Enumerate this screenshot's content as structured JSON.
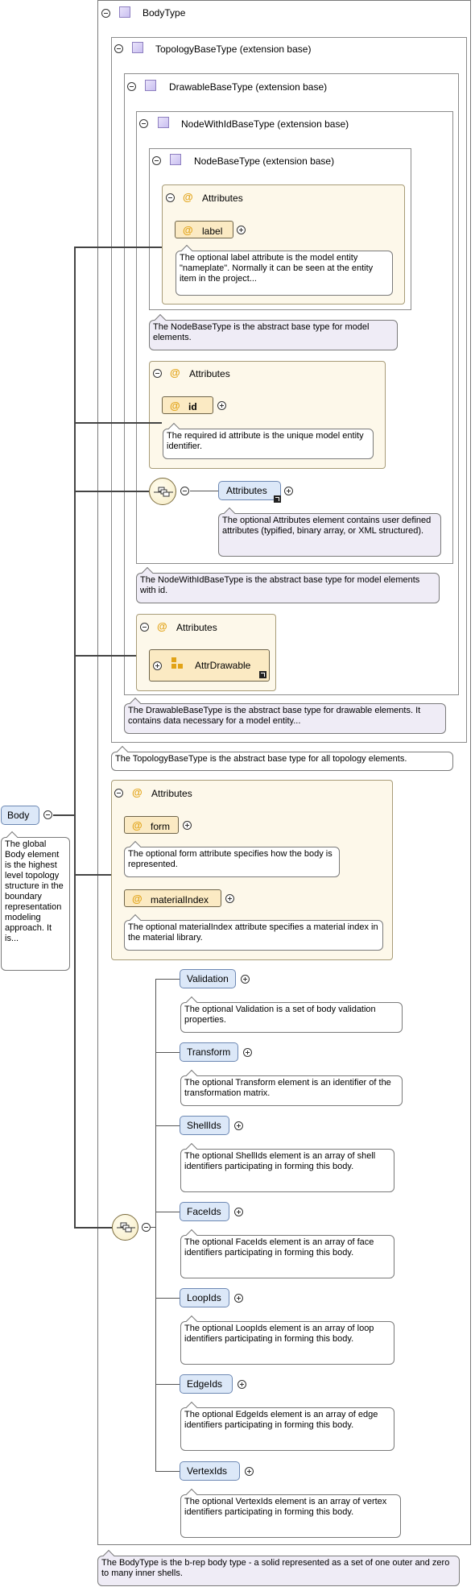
{
  "body_element": {
    "name": "Body",
    "doc": "The global Body element is the highest level topology structure in the boundary representation  modeling approach. It is..."
  },
  "body_type": {
    "title": "BodyType",
    "doc": "The BodyType is the b-rep body type - a solid represented as a set of one outer and zero to many inner shells."
  },
  "topology_base": {
    "title": "TopologyBaseType (extension base)",
    "doc": "The TopologyBaseType is the abstract base type for all topology elements."
  },
  "drawable_base": {
    "title": "DrawableBaseType (extension base)",
    "doc": "The DrawableBaseType is the abstract base type for drawable elements. It contains data necessary for a model entity...",
    "attributes_title": "Attributes",
    "attr_group": "AttrDrawable"
  },
  "node_with_id": {
    "title": "NodeWithIdBaseType (extension base)",
    "doc": "The NodeWithIdBaseType is the abstract base type for model elements with id.",
    "attributes_title": "Attributes",
    "id_attr": "id",
    "id_doc": "The required id attribute is the unique model entity identifier.",
    "attributes_element": "Attributes",
    "attributes_element_doc": "The optional Attributes element contains user defined attributes (typified, binary array, or XML structured)."
  },
  "node_base": {
    "title": "NodeBaseType (extension base)",
    "doc": "The NodeBaseType is the abstract base type for model elements.",
    "attributes_title": "Attributes",
    "label_attr": "label",
    "label_doc": "The optional label attribute is the model entity \"nameplate\". Normally it can be seen at the entity item in the project..."
  },
  "body_attributes": {
    "title": "Attributes",
    "form": "form",
    "form_doc": "The optional form attribute specifies how the body is represented.",
    "material": "materialIndex",
    "material_doc": "The optional materialIndex attribute specifies a material index in the material library."
  },
  "children": [
    {
      "name": "Validation",
      "doc": "The optional Validation is a set of body validation properties."
    },
    {
      "name": "Transform",
      "doc": "The optional Transform element is an identifier of the transformation matrix."
    },
    {
      "name": "ShellIds",
      "doc": "The optional ShellIds element is an array of shell identifiers participating in forming this body."
    },
    {
      "name": "FaceIds",
      "doc": "The optional FaceIds element is an array of face identifiers participating in forming this body."
    },
    {
      "name": "LoopIds",
      "doc": "The optional LoopIds element is an array of loop identifiers participating in forming this body."
    },
    {
      "name": "EdgeIds",
      "doc": "The optional EdgeIds element is an array of edge identifiers participating in forming this body."
    },
    {
      "name": "VertexIds",
      "doc": "The optional VertexIds element is an array of vertex identifiers participating in forming this body."
    }
  ],
  "colors": {
    "type_square": "#c9bff0",
    "attribute_bg": "#fdf8ea",
    "attribute_pill": "#fbeac3",
    "element_pill": "#dce8f8",
    "note_purple": "#efecf6",
    "at_sign": "#e2a317"
  }
}
